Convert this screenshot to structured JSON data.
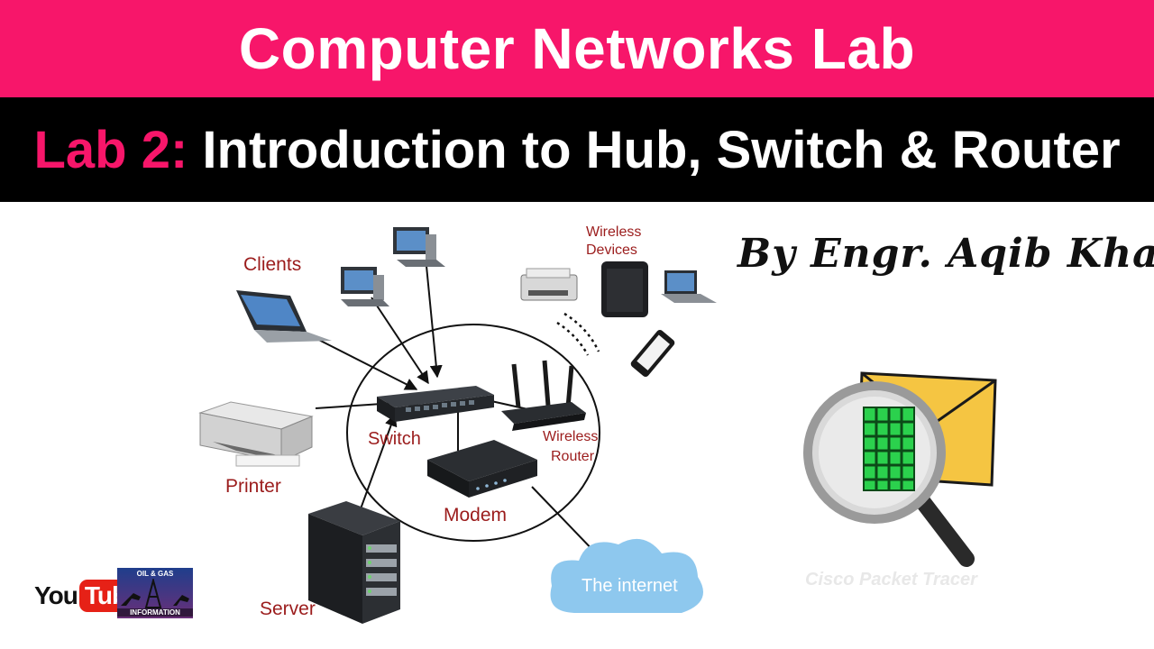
{
  "header": {
    "title": "Computer Networks Lab",
    "subtitle_prefix": "Lab 2:",
    "subtitle_rest": "Introduction to Hub, Switch & Router"
  },
  "author": "By Engr. Aqib Khan",
  "diagram": {
    "labels": {
      "clients": "Clients",
      "wireless_devices_line1": "Wireless",
      "wireless_devices_line2": "Devices",
      "switch": "Switch",
      "wireless_router_line1": "Wireless",
      "wireless_router_line2": "Router",
      "printer": "Printer",
      "modem": "Modem",
      "server": "Server",
      "internet": "The internet"
    },
    "colors": {
      "label": "#9b1c1c",
      "cloud": "#8ec8ee"
    }
  },
  "logos": {
    "youtube_you": "You",
    "youtube_tube": "Tube",
    "oilgas_top": "OIL & GAS",
    "oilgas_bottom": "INFORMATION"
  },
  "cisco_caption": "Cisco Packet Tracer",
  "colors": {
    "brand_pink": "#f7166a",
    "header_black": "#000000"
  }
}
